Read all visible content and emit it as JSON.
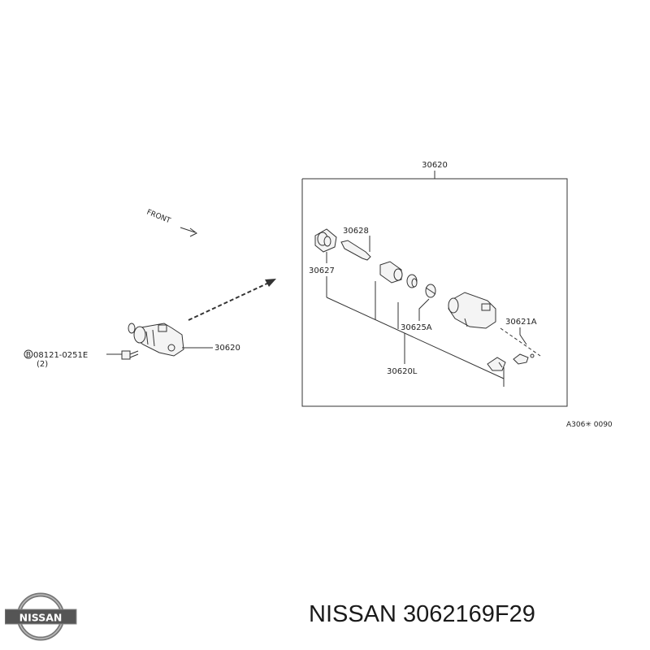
{
  "diagram": {
    "front_label": "FRONT",
    "bolt_label": "08121-0251E",
    "bolt_circle_letter": "B",
    "bolt_qty": "(2)",
    "assembly_label_left": "30620",
    "assembly_label_box": "30620",
    "parts": {
      "p30628": "30628",
      "p30627": "30627",
      "p30625A": "30625A",
      "p30621A": "30621A",
      "p30620L": "30620L"
    },
    "diagram_code": "A306✳ 0090"
  },
  "caption": {
    "text": "NISSAN 3062169F29"
  },
  "logo": {
    "text": "NISSAN"
  },
  "colors": {
    "line": "#333333",
    "text": "#1a1a1a",
    "logo_bar": "#555555"
  }
}
